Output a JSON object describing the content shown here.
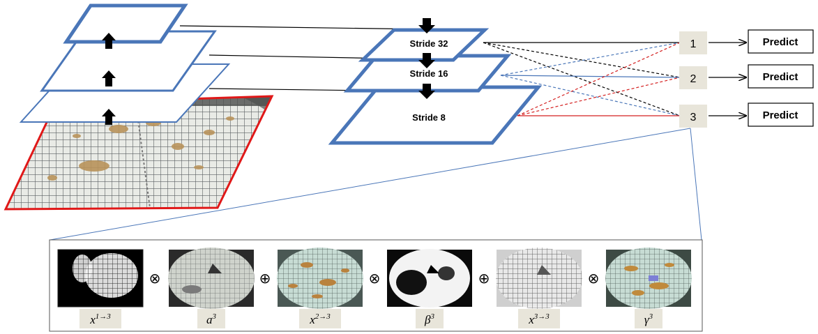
{
  "neck": {
    "strides": [
      "Stride 32",
      "Stride 16",
      "Stride 8"
    ]
  },
  "heads": {
    "levels": [
      "1",
      "2",
      "3"
    ],
    "predict_label": "Predict"
  },
  "fusion": {
    "operators": [
      "⊗",
      "⊕",
      "⊗",
      "⊕",
      "⊗"
    ],
    "terms": [
      {
        "base": "x",
        "sup": "1→3"
      },
      {
        "base": "a",
        "sup": "3"
      },
      {
        "base": "x",
        "sup": "2→3"
      },
      {
        "base": "β",
        "sup": "3"
      },
      {
        "base": "x",
        "sup": "3→3"
      },
      {
        "base": "γ",
        "sup": "3"
      }
    ]
  },
  "colors": {
    "layer_blue": "#4a76b8",
    "input_red": "#e01818",
    "link_black": "#000000",
    "link_blue": "#4a76b8",
    "link_red": "#d42020",
    "label_bg": "#e8e5da"
  }
}
